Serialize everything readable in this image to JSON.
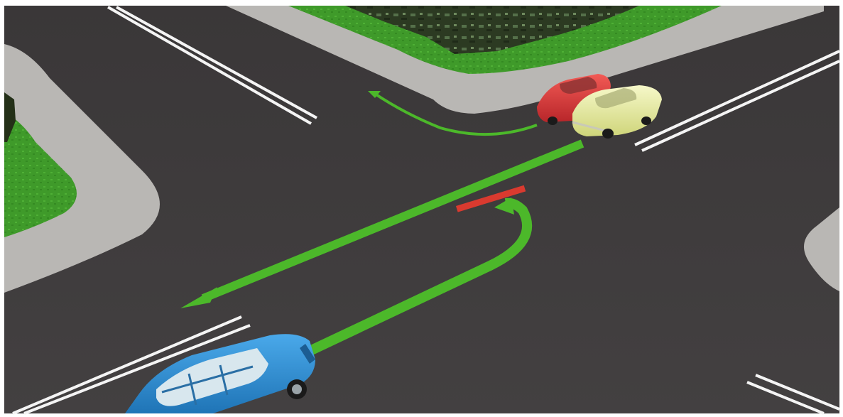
{
  "scene": {
    "description_label": "",
    "colors": {
      "asphalt": "#3f3c3d",
      "sidewalk": "#b9b7b4",
      "grass": "#3f9a2a",
      "trees": "#2d3d22",
      "lane_marking": "#f4f4f4",
      "path_arrow": "#4cb82a",
      "stop_marker": "#d93a2f",
      "car_blue": "#2f8fd3",
      "car_red": "#e0383a",
      "car_yellow": "#e9ef9e"
    },
    "vehicles": [
      {
        "id": "blue-station-wagon",
        "color_name": "blue"
      },
      {
        "id": "red-car",
        "color_name": "red"
      },
      {
        "id": "yellow-car",
        "color_name": "light-yellow"
      }
    ],
    "paths": [
      {
        "id": "blue-uturn-path",
        "meaning": "u-turn"
      },
      {
        "id": "yellow-straight-path",
        "meaning": "straight"
      },
      {
        "id": "red-right-turn-path",
        "meaning": "right-turn"
      }
    ]
  }
}
